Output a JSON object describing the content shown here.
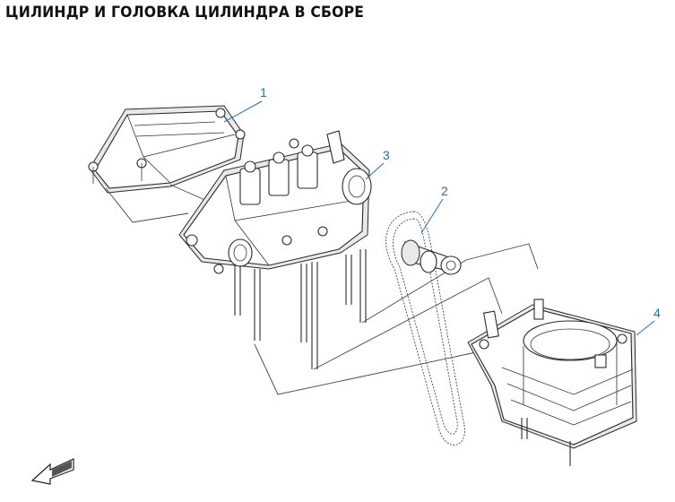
{
  "title": "ЦИЛИНДР И ГОЛОВКА ЦИЛИНДРА В СБОРЕ",
  "callouts": [
    {
      "label": "1",
      "part": "cylinder-head-cover"
    },
    {
      "label": "2",
      "part": "timing-chain-camshaft"
    },
    {
      "label": "3",
      "part": "cylinder-head"
    },
    {
      "label": "4",
      "part": "cylinder-block"
    }
  ],
  "direction_arrow": {
    "icon": "front-direction-arrow-icon"
  },
  "colors": {
    "callout": "#1f6fb5",
    "line": "#2a2a2a"
  }
}
